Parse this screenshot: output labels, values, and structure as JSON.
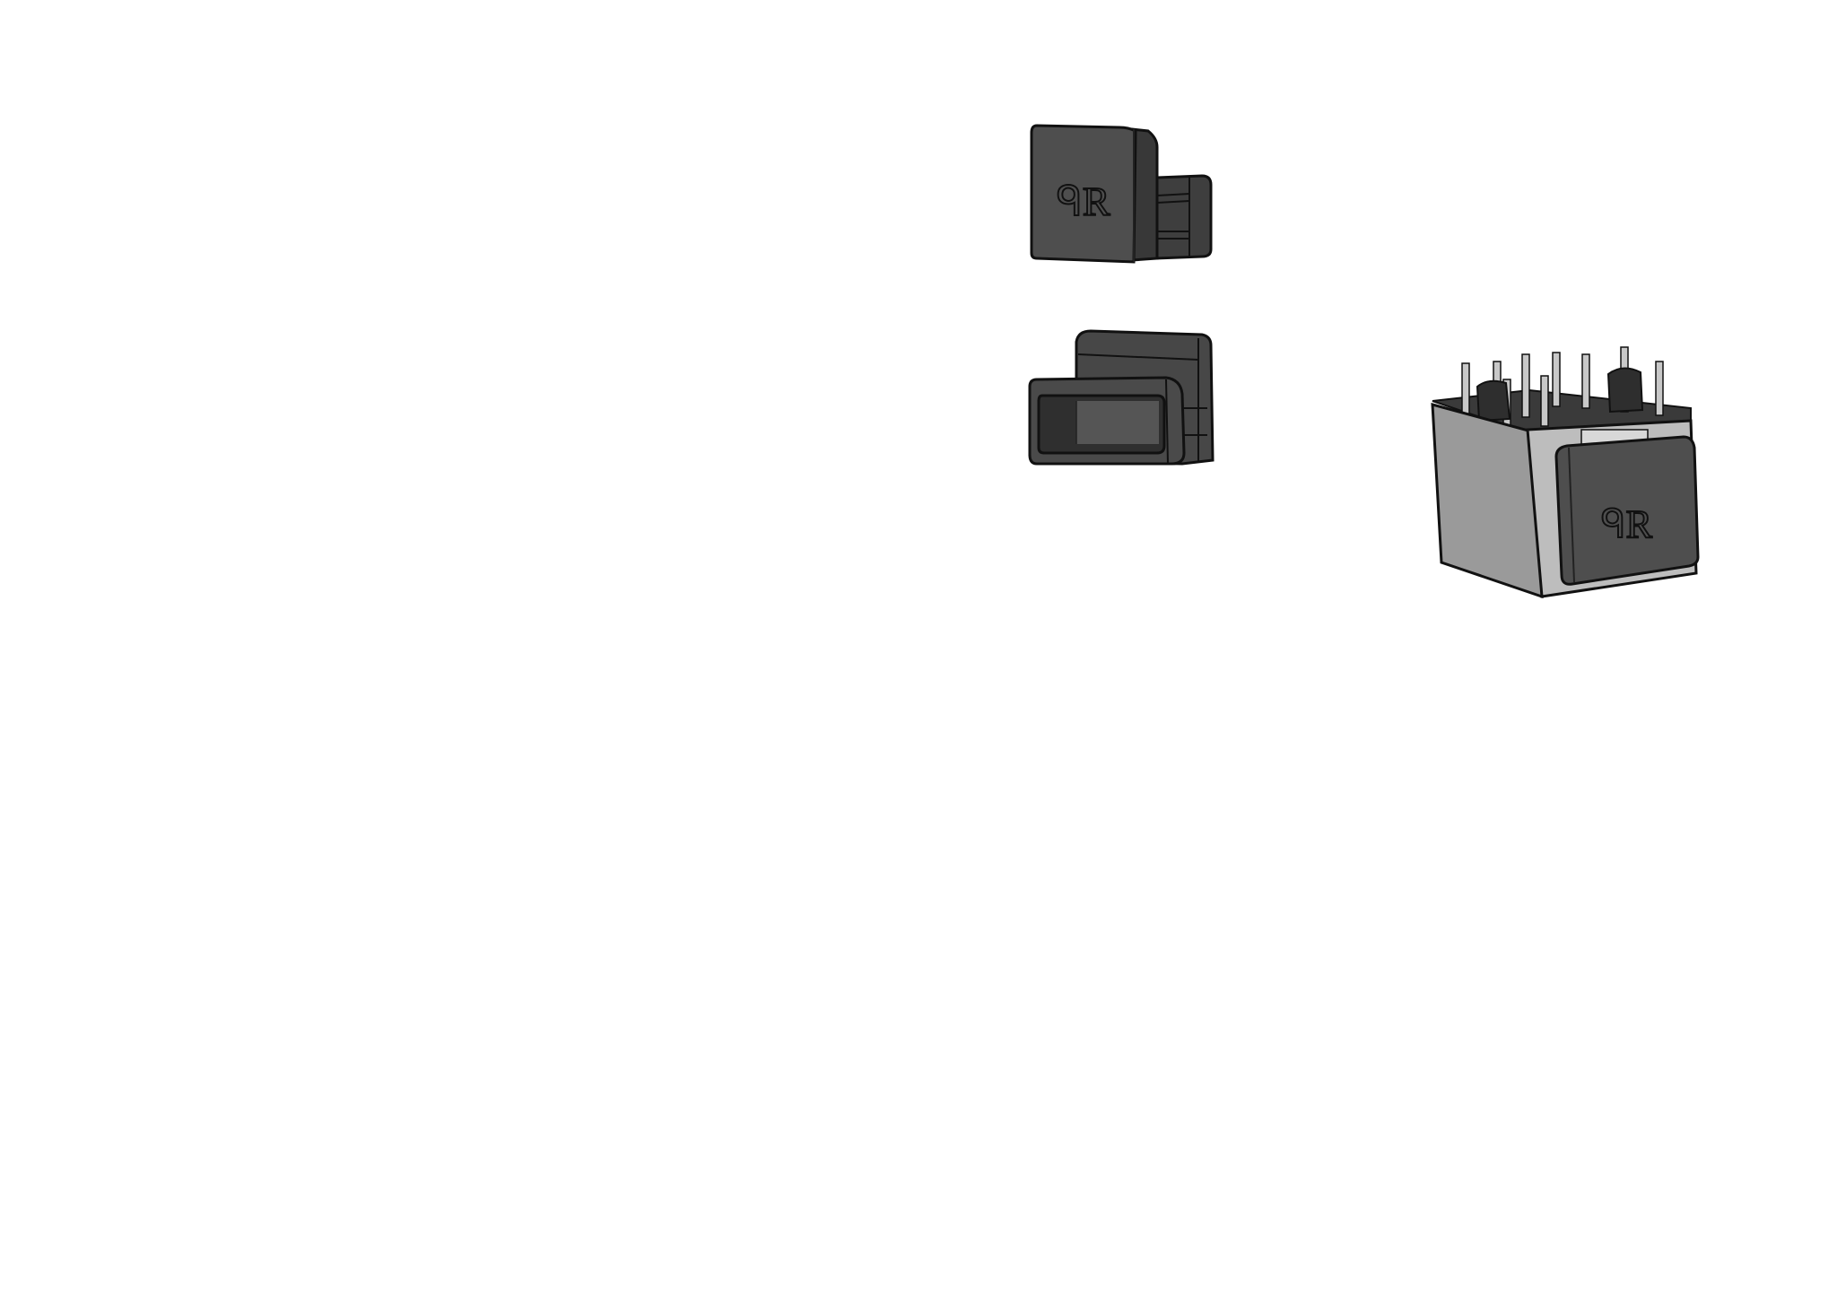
{
  "page": {
    "background": "#ffffff"
  },
  "parts": [
    {
      "id": "cap-front",
      "description": "Dust cap, front view with logo",
      "logo": "ᑫR",
      "colors": {
        "face": "#4e4e4e",
        "side": "#3a3a3a",
        "outline": "#111111"
      }
    },
    {
      "id": "cap-rear",
      "description": "Dust cap, rear view showing hollow plug",
      "colors": {
        "face": "#4a4a4a",
        "inner": "#3c3c3c",
        "outline": "#111111"
      }
    },
    {
      "id": "connector-assembly",
      "description": "Connector housing with pins and inserted cap",
      "logo": "ᑫR",
      "colors": {
        "housing": "#9a9a9a",
        "housing_front": "#bdbdbd",
        "cap": "#4e4e4e",
        "pins": "#c8c8c8",
        "outline": "#111111"
      }
    }
  ]
}
